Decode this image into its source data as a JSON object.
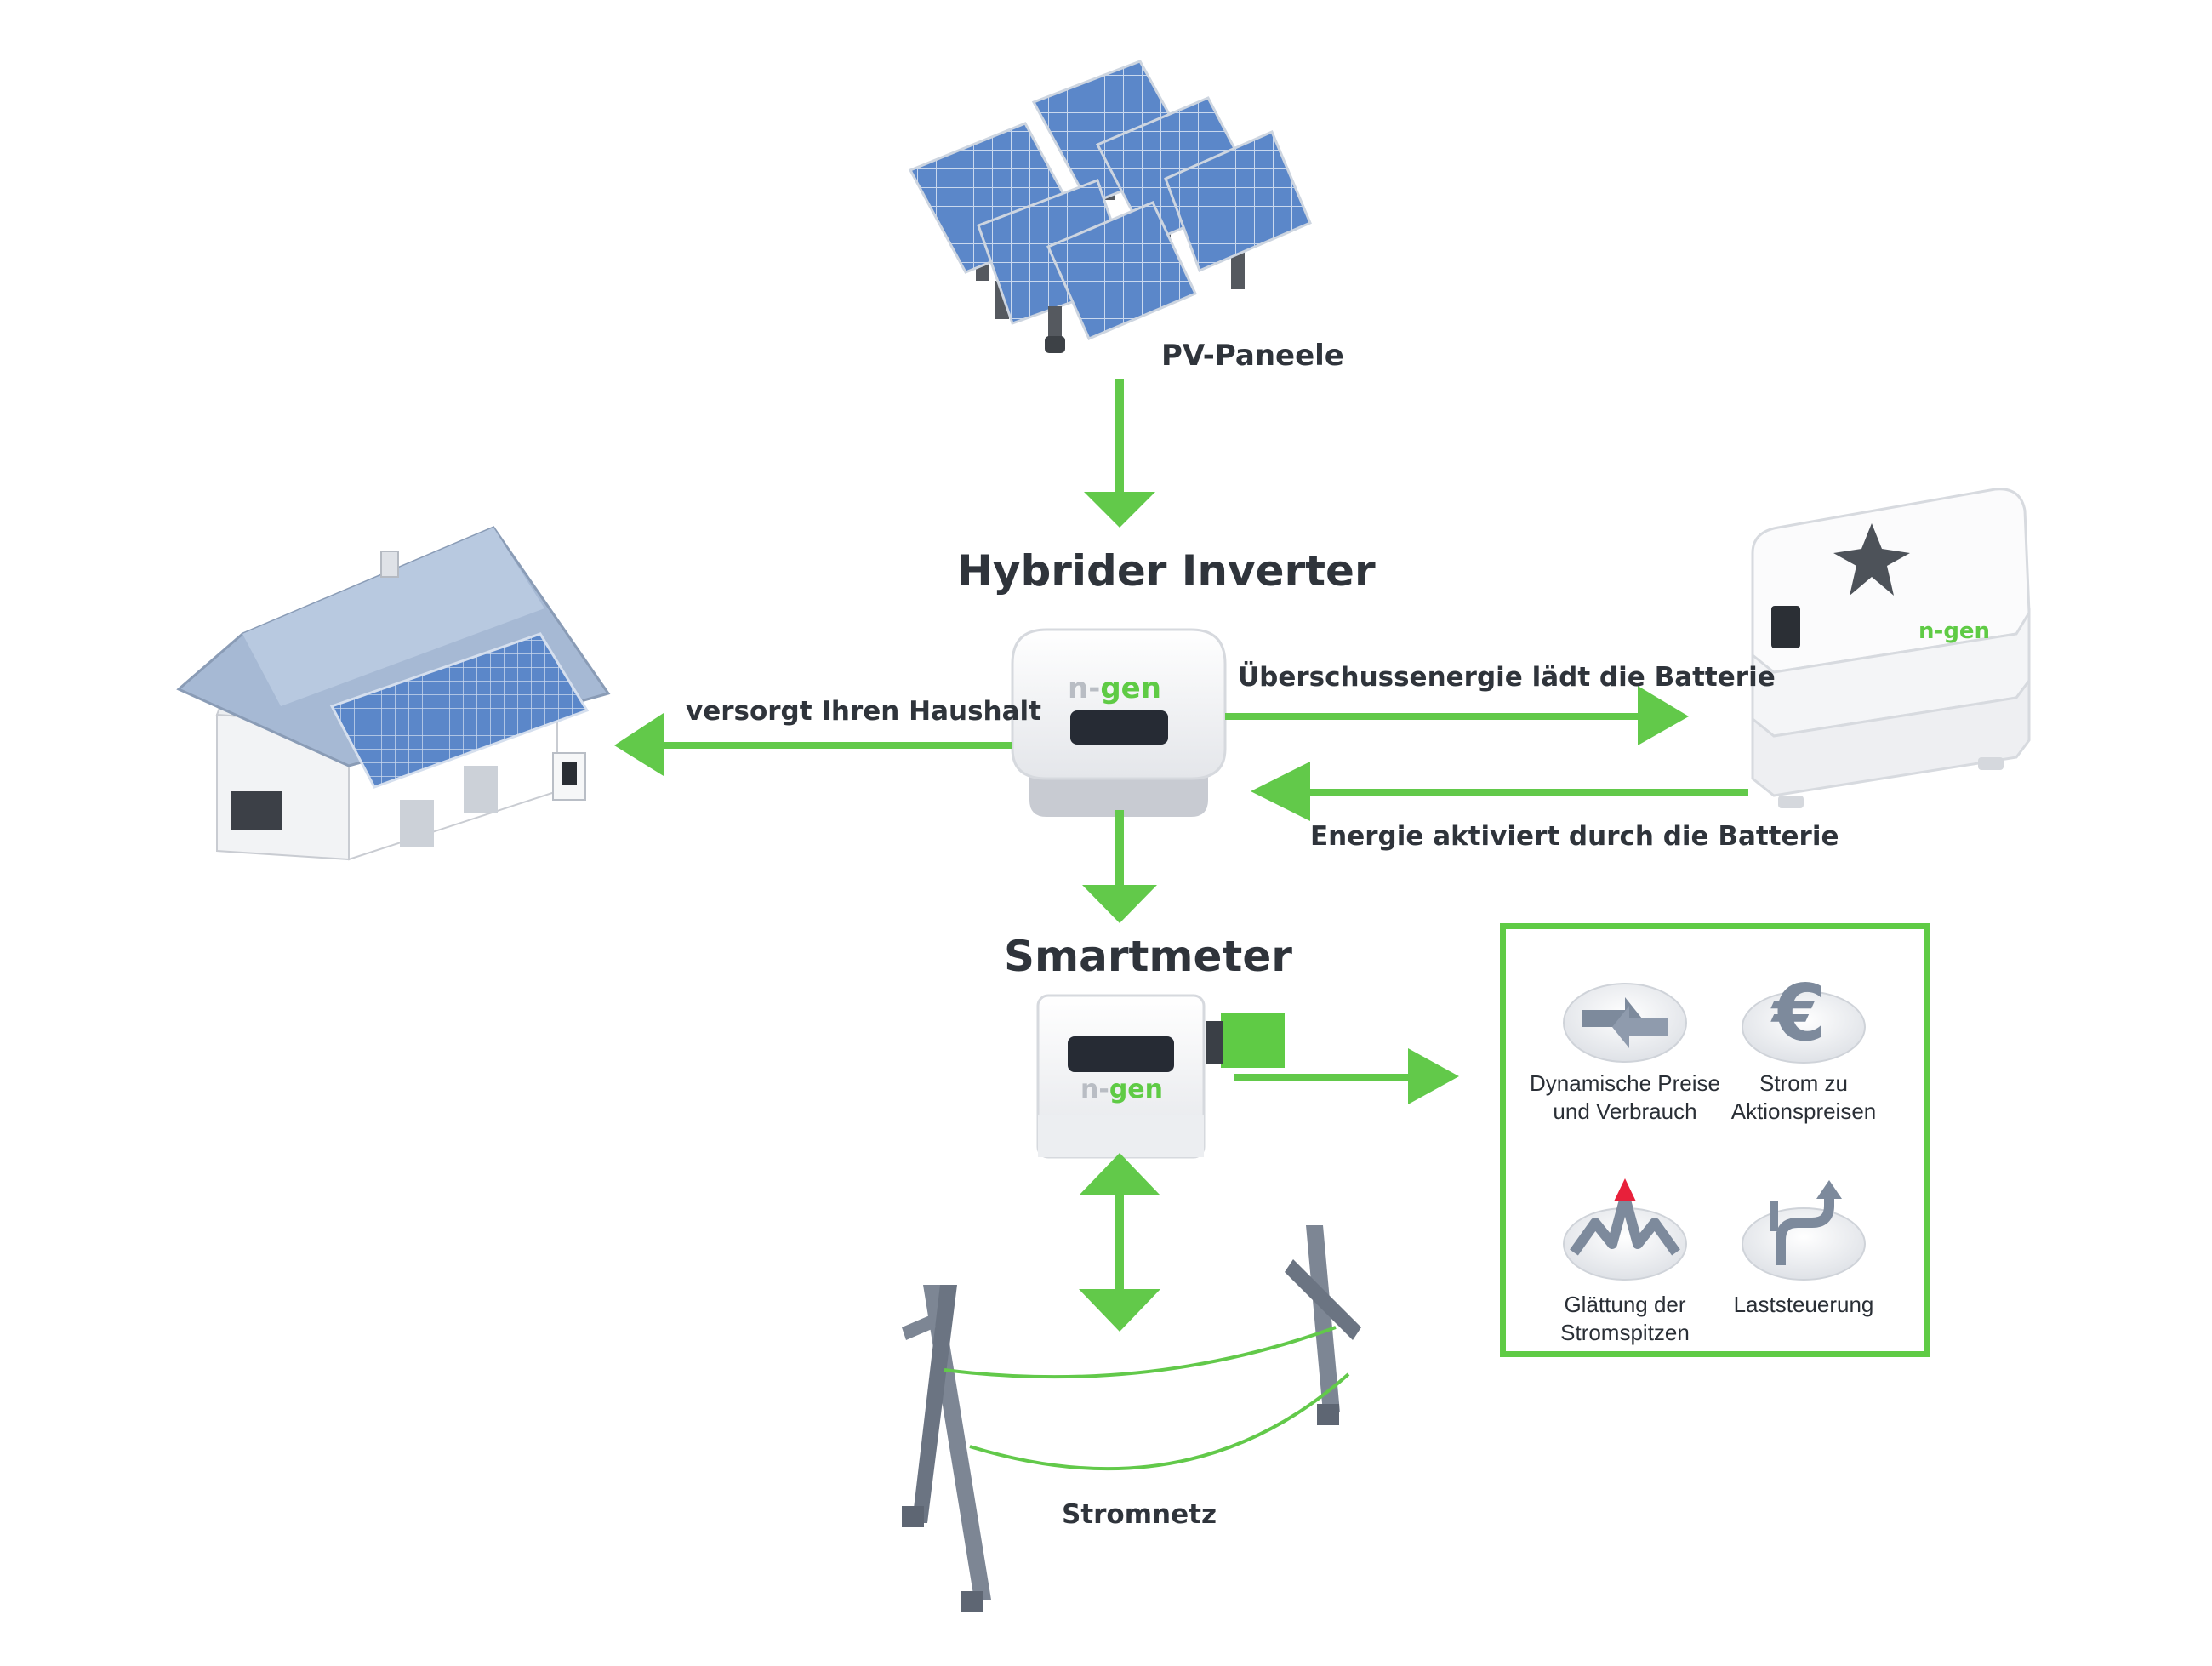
{
  "nodes": {
    "pv_panels": "PV-Paneele",
    "inverter": "Hybrider Inverter",
    "smartmeter": "Smartmeter",
    "grid": "Stromnetz"
  },
  "edges": {
    "to_household": "versorgt Ihren Haushalt",
    "surplus_to_battery": "Überschussenergie lädt die Batterie",
    "from_battery": "Energie aktiviert durch die Batterie"
  },
  "brand": {
    "prefix": "n",
    "suffix": "gen"
  },
  "features": [
    {
      "line1": "Dynamische Preise",
      "line2": "und Verbrauch",
      "icon": "dynamic-prices-icon"
    },
    {
      "line1": "Strom zu",
      "line2": "Aktionspreisen",
      "icon": "euro-icon"
    },
    {
      "line1": "Glättung der",
      "line2": "Stromspitzen",
      "icon": "peak-smoothing-icon"
    },
    {
      "line1": "Laststeuerung",
      "line2": "",
      "icon": "load-control-icon"
    }
  ],
  "colors": {
    "accent_green": "#5fcb45",
    "arrow_green": "#62c94a",
    "panel_blue": "#5a86c8",
    "label_dark": "#2f343b",
    "icon_gray": "#7d8a9c",
    "peak_red": "#e8203a"
  }
}
